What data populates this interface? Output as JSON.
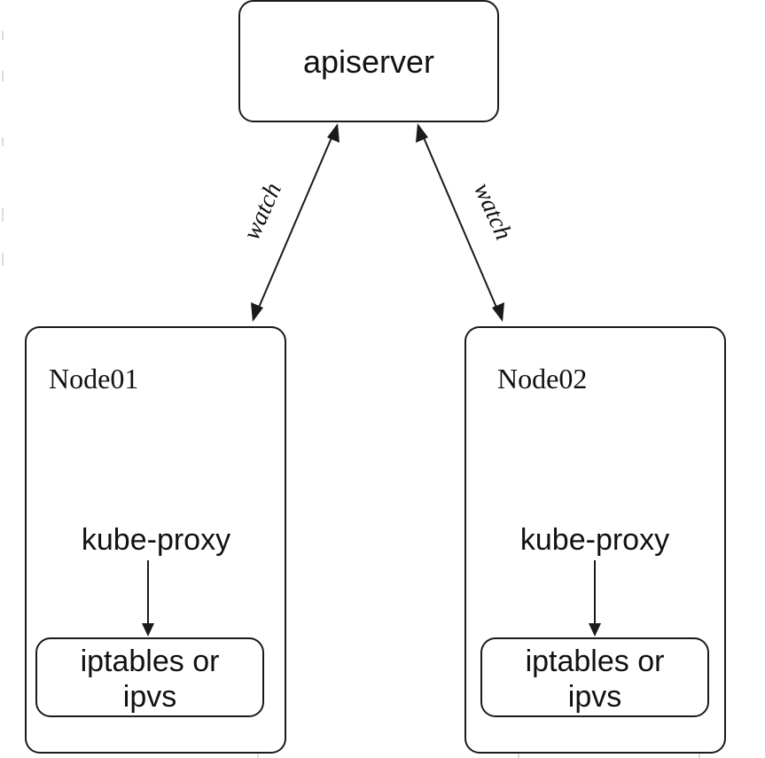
{
  "apiserver": {
    "label": "apiserver"
  },
  "edges": {
    "left_label": "watch",
    "right_label": "watch"
  },
  "nodes": [
    {
      "title": "Node01",
      "component": "kube-proxy",
      "rules_line1": "iptables or",
      "rules_line2": "ipvs"
    },
    {
      "title": "Node02",
      "component": "kube-proxy",
      "rules_line1": "iptables or",
      "rules_line2": "ipvs"
    }
  ],
  "colors": {
    "stroke": "#1a1a1a",
    "background": "#ffffff"
  }
}
